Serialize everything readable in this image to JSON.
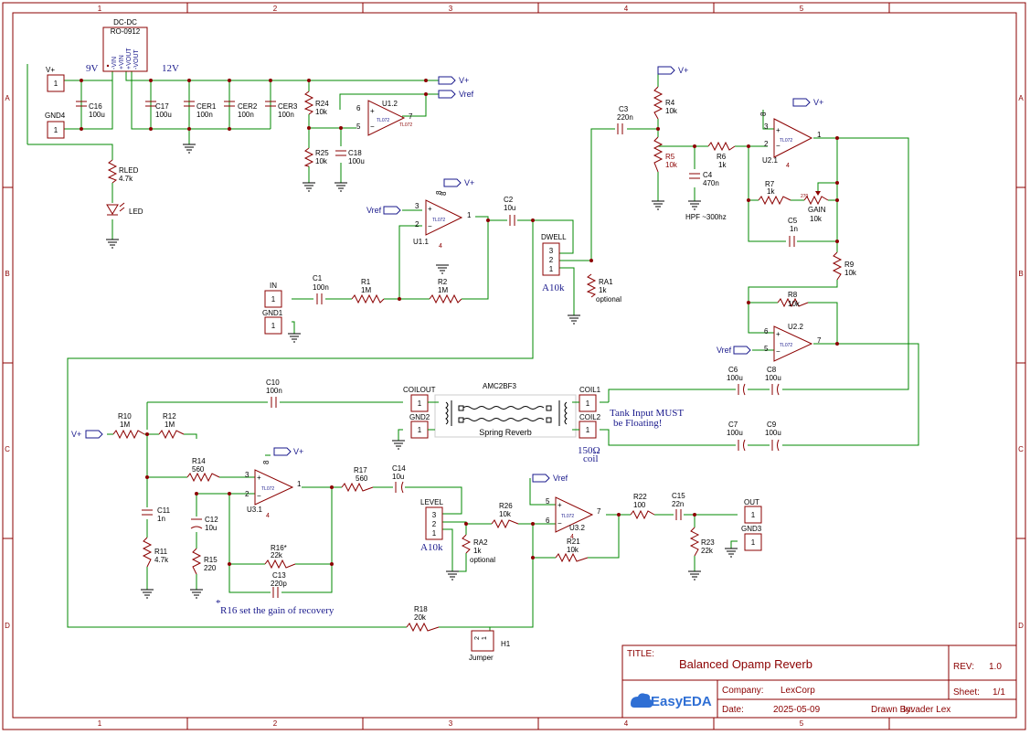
{
  "frame": {
    "columns": [
      "1",
      "2",
      "3",
      "4",
      "5"
    ],
    "rows": [
      "A",
      "B",
      "C",
      "D"
    ]
  },
  "title_block": {
    "title_label": "TITLE:",
    "title": "Balanced Opamp Reverb",
    "rev_label": "REV:",
    "rev": "1.0",
    "company_label": "Company:",
    "company": "LexCorp",
    "sheet_label": "Sheet:",
    "sheet": "1/1",
    "date_label": "Date:",
    "date": "2025-05-09",
    "drawn_label": "Drawn By:",
    "drawn_by": "Invader Lex",
    "logo": "EasyEDA"
  },
  "power": {
    "dcdc_name": "DC-DC",
    "dcdc_part": "RO-0912",
    "dcdc_pins": [
      "-VIN",
      "+VIN",
      "+VOUT",
      "-VOUT"
    ],
    "in_voltage": "9V",
    "out_voltage": "12V"
  },
  "nets": {
    "vplus": "V+",
    "vref": "Vref"
  },
  "connectors": [
    {
      "name": "V+",
      "pin": "1"
    },
    {
      "name": "GND4",
      "pin": "1"
    },
    {
      "name": "IN",
      "pin": "1"
    },
    {
      "name": "GND1",
      "pin": "1"
    },
    {
      "name": "COILOUT",
      "pin": "1"
    },
    {
      "name": "GND2",
      "pin": "1"
    },
    {
      "name": "COIL1",
      "pin": "1"
    },
    {
      "name": "COIL2",
      "pin": "1"
    },
    {
      "name": "OUT",
      "pin": "1"
    },
    {
      "name": "GND3",
      "pin": "1"
    }
  ],
  "components": {
    "C16": [
      "C16",
      "100u"
    ],
    "C17": [
      "C17",
      "100u"
    ],
    "CER1": [
      "CER1",
      "100n"
    ],
    "CER2": [
      "CER2",
      "100n"
    ],
    "CER3": [
      "CER3",
      "100n"
    ],
    "R24": [
      "R24",
      "10k"
    ],
    "R25": [
      "R25",
      "10k"
    ],
    "C18": [
      "C18",
      "100u"
    ],
    "RLED": [
      "RLED",
      "4.7k"
    ],
    "LED": [
      "LED",
      ""
    ],
    "C1": [
      "C1",
      "100n"
    ],
    "R1": [
      "R1",
      "1M"
    ],
    "R2": [
      "R2",
      "1M"
    ],
    "C2": [
      "C2",
      "10u"
    ],
    "RA1": [
      "RA1",
      "1k"
    ],
    "C3": [
      "C3",
      "220n"
    ],
    "R4": [
      "R4",
      "10k"
    ],
    "R5": [
      "R5",
      "10k"
    ],
    "R6": [
      "R6",
      "1k"
    ],
    "C4": [
      "C4",
      "470n"
    ],
    "R7": [
      "R7",
      "1k"
    ],
    "GAIN": [
      "GAIN",
      "10k"
    ],
    "C5": [
      "C5",
      "1n"
    ],
    "R9": [
      "R9",
      "10k"
    ],
    "R8": [
      "R8",
      "10k"
    ],
    "C6": [
      "C6",
      "100u"
    ],
    "C8": [
      "C8",
      "100u"
    ],
    "C7": [
      "C7",
      "100u"
    ],
    "C9": [
      "C9",
      "100u"
    ],
    "C10": [
      "C10",
      "100n"
    ],
    "R10": [
      "R10",
      "1M"
    ],
    "R12": [
      "R12",
      "1M"
    ],
    "R14": [
      "R14",
      "560"
    ],
    "C11": [
      "C11",
      "1n"
    ],
    "R11": [
      "R11",
      "4.7k"
    ],
    "C12": [
      "C12",
      "10u"
    ],
    "R15": [
      "R15",
      "220"
    ],
    "R16": [
      "R16*",
      "22k"
    ],
    "C13": [
      "C13",
      "220p"
    ],
    "R17": [
      "R17",
      "560"
    ],
    "C14": [
      "C14",
      "10u"
    ],
    "RA2": [
      "RA2",
      "1k"
    ],
    "R26": [
      "R26",
      "10k"
    ],
    "R21": [
      "R21",
      "10k"
    ],
    "R22": [
      "R22",
      "100"
    ],
    "C15": [
      "C15",
      "22n"
    ],
    "R23": [
      "R23",
      "22k"
    ],
    "R18": [
      "R18",
      "20k"
    ],
    "H1": [
      "H1",
      "Jumper"
    ]
  },
  "opamps": [
    {
      "ref": "U1.2",
      "part": "TL072"
    },
    {
      "ref": "U1.1",
      "part": "TL072"
    },
    {
      "ref": "U2.1",
      "part": "TL072"
    },
    {
      "ref": "U2.2",
      "part": "TL072"
    },
    {
      "ref": "U3.1",
      "part": "TL072"
    },
    {
      "ref": "U3.2",
      "part": "TL072"
    }
  ],
  "pots": {
    "dwell_name": "DWELL",
    "dwell_value": "A10k",
    "level_name": "LEVEL",
    "level_value": "A10k",
    "gain_wiper": "270"
  },
  "tank": {
    "name": "AMC2BF3",
    "label": "Spring Reverb"
  },
  "notes": {
    "optional": "optional",
    "hpf": "HPF ~300hz",
    "tank_note_1": "Tank Input MUST",
    "tank_note_2": "be Floating!",
    "coil_value": "150Ω",
    "coil_word": "coil",
    "recovery": "R16 set the gain of recovery",
    "asterisk": "*"
  },
  "colors": {
    "wire": "#008800",
    "part": "#8b0000",
    "net": "#1a1a8c",
    "frame": "#8b0000"
  }
}
